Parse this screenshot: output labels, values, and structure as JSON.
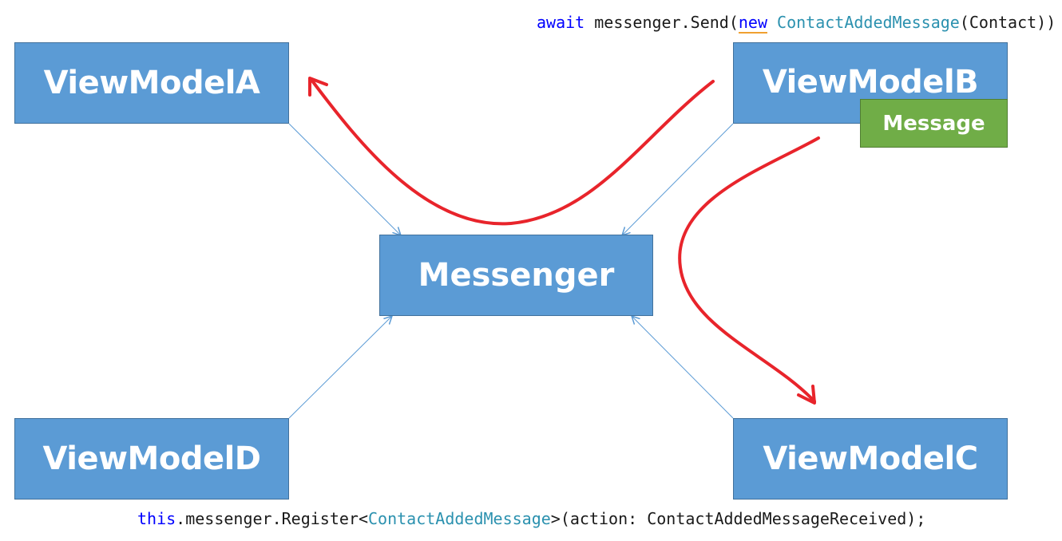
{
  "diagram": {
    "nodes": {
      "view_model_a": "ViewModelA",
      "view_model_b": "ViewModelB",
      "view_model_c": "ViewModelC",
      "view_model_d": "ViewModelD",
      "messenger": "Messenger",
      "message_badge": "Message"
    },
    "colors": {
      "node_fill": "#5b9bd5",
      "node_border": "#41719c",
      "message_fill": "#70ad47",
      "connector": "#5b9bd5",
      "flow_arrow": "#e8242b"
    }
  },
  "code_send": {
    "await_kw": "await",
    "call": " messenger.Send(",
    "new_kw": "new",
    "space": " ",
    "type": "ContactAddedMessage",
    "args": "(Contact))"
  },
  "code_register": {
    "this_kw": "this",
    "call": ".messenger.Register<",
    "type": "ContactAddedMessage",
    "args": ">(action: ContactAddedMessageReceived);"
  }
}
